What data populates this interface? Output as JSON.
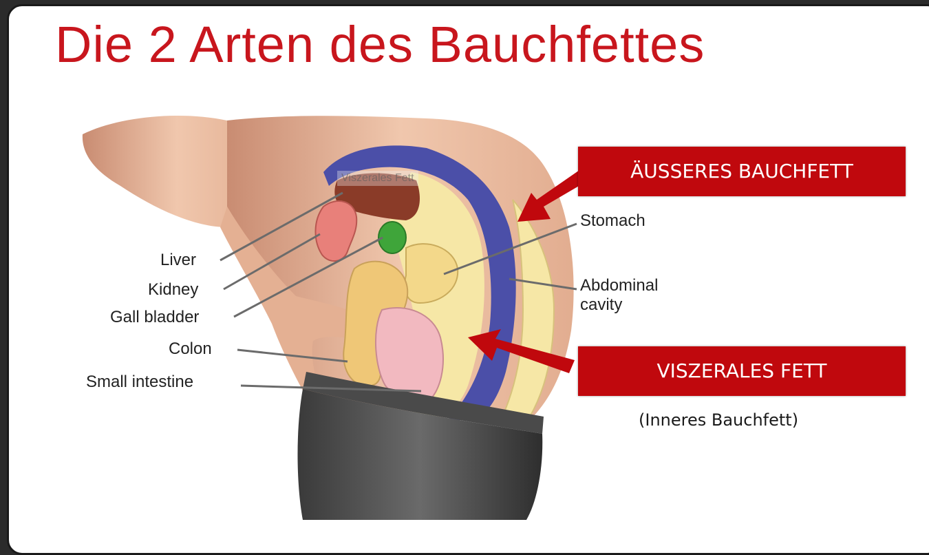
{
  "title": "Die 2 Arten des Bauchfettes",
  "banners": {
    "outer": "ÄUSSERES BAUCHFETT",
    "visceral": "VISZERALES FETT",
    "visceral_sub": "(Inneres Bauchfett)"
  },
  "watermark": "Viszerales Fett",
  "labels": {
    "liver": "Liver",
    "kidney": "Kidney",
    "gall_bladder": "Gall bladder",
    "colon": "Colon",
    "small_intestine": "Small intestine",
    "stomach": "Stomach",
    "abdominal_cavity": [
      "Abdominal",
      "cavity"
    ]
  },
  "colors": {
    "title": "#c8161d",
    "banner": "#c0080d",
    "skin": "#e8b79a",
    "fat": "#f6e7a6",
    "cavity_wall": "#4b4fa8",
    "arrow": "#c0080d"
  }
}
